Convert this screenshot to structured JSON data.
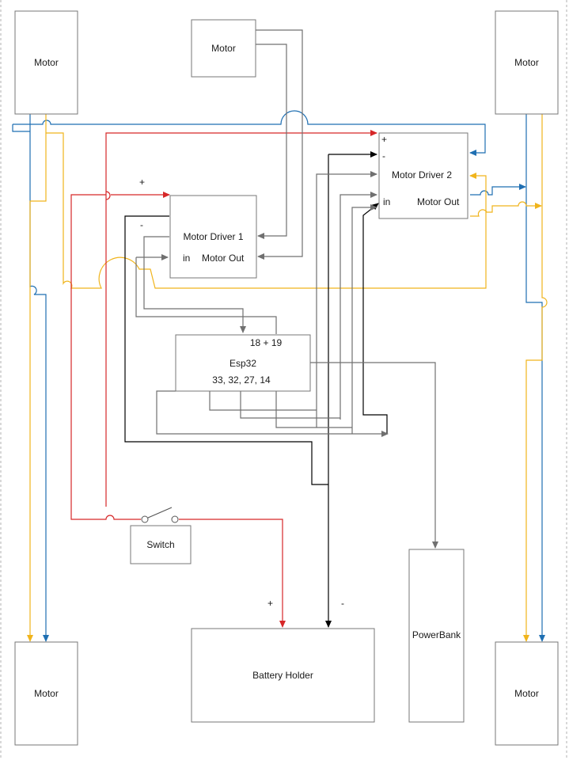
{
  "components": {
    "motor_top_left": "Motor",
    "motor_top_center": "Motor",
    "motor_top_right": "Motor",
    "motor_bottom_left": "Motor",
    "motor_bottom_right": "Motor",
    "motor_driver_1": {
      "title": "Motor Driver 1",
      "in": "in",
      "out": "Motor Out"
    },
    "motor_driver_2": {
      "title": "Motor Driver 2",
      "in": "in",
      "out": "Motor Out",
      "plus": "+",
      "minus": "-"
    },
    "esp32": {
      "title": "Esp32",
      "pins_top": "18 + 19",
      "pins_bottom": "33, 32, 27, 14"
    },
    "switch": "Switch",
    "battery_holder": "Battery Holder",
    "powerbank": "PowerBank"
  },
  "labels": {
    "driver1_plus": "+",
    "driver1_minus": "-",
    "battery_plus": "+",
    "battery_minus": "-"
  },
  "colors": {
    "red": "#d62728",
    "blue": "#1f6fb2",
    "yellow": "#f0b41c",
    "black": "#000000",
    "gray": "#707070",
    "box_border": "#777777"
  }
}
